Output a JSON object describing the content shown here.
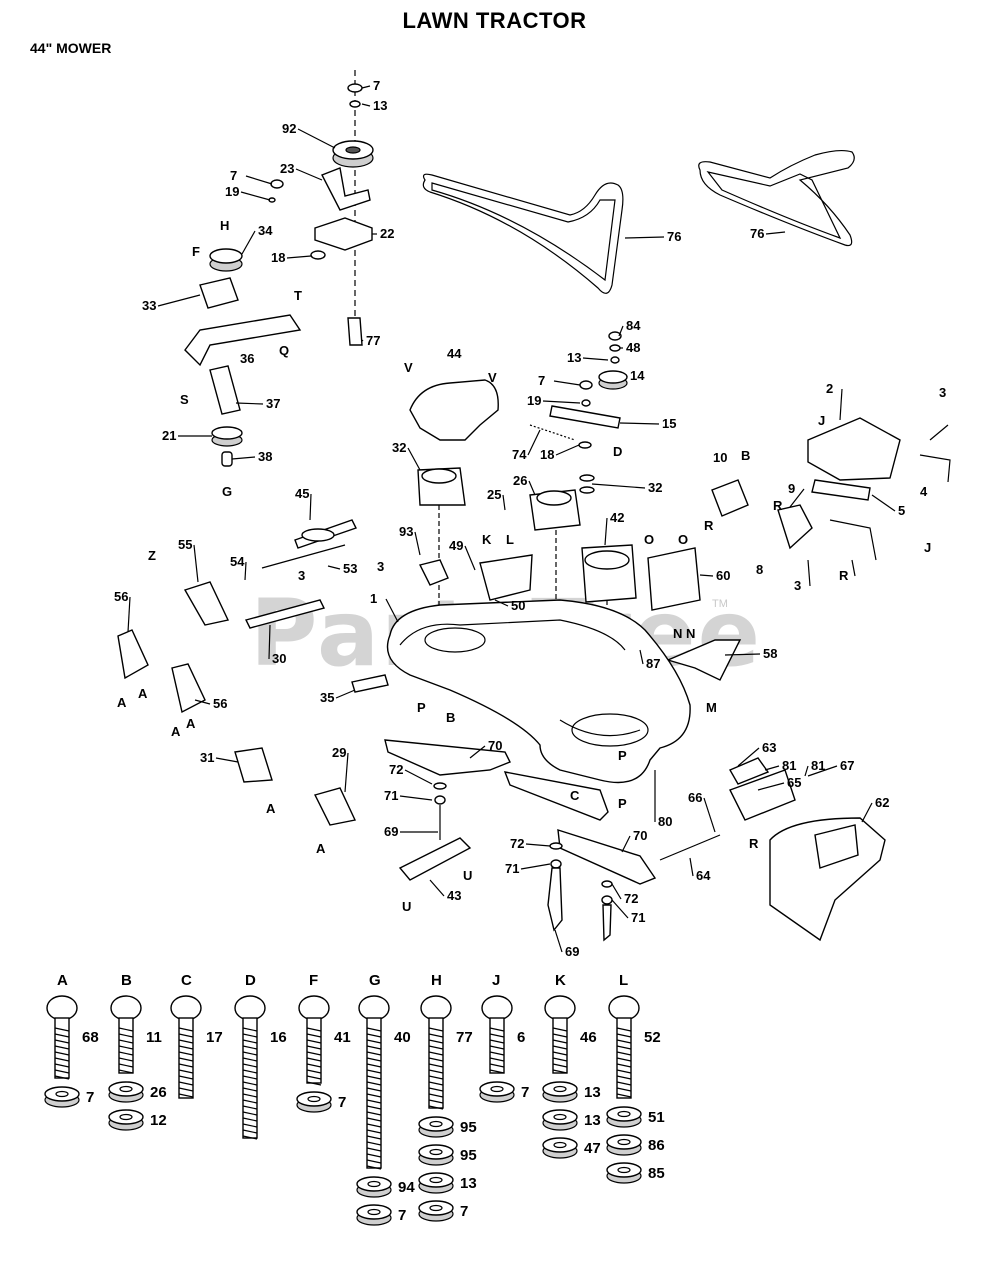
{
  "title": "LAWN TRACTOR",
  "subtitle": "44\" MOWER",
  "watermark": "PartsTree",
  "watermark_tm": "TM",
  "callouts": [
    "7",
    "13",
    "92",
    "23",
    "7",
    "19",
    "22",
    "34",
    "H",
    "F",
    "18",
    "33",
    "36",
    "T",
    "Q",
    "S",
    "77",
    "76",
    "76",
    "37",
    "21",
    "38",
    "G",
    "44",
    "V",
    "V",
    "84",
    "48",
    "13",
    "14",
    "7",
    "19",
    "15",
    "74",
    "18",
    "D",
    "32",
    "26",
    "32",
    "2",
    "J",
    "3",
    "4",
    "10",
    "B",
    "R",
    "5",
    "9",
    "R",
    "8",
    "R",
    "3",
    "J",
    "45",
    "25",
    "93",
    "3",
    "53",
    "55",
    "Z",
    "54",
    "3",
    "K",
    "L",
    "49",
    "50",
    "42",
    "O",
    "O",
    "60",
    "56",
    "1",
    "30",
    "87",
    "N",
    "N",
    "58",
    "M",
    "A",
    "A",
    "56",
    "A",
    "A",
    "35",
    "P",
    "B",
    "70",
    "P",
    "29",
    "31",
    "A",
    "72",
    "71",
    "69",
    "A",
    "C",
    "P",
    "80",
    "63",
    "81",
    "81",
    "67",
    "66",
    "65",
    "62",
    "R",
    "64",
    "43",
    "U",
    "U",
    "72",
    "71",
    "70",
    "72",
    "71",
    "69"
  ],
  "hardware": [
    {
      "letter": "A",
      "parts": [
        "68",
        "7"
      ]
    },
    {
      "letter": "B",
      "parts": [
        "11",
        "26",
        "12"
      ]
    },
    {
      "letter": "C",
      "parts": [
        "17"
      ]
    },
    {
      "letter": "D",
      "parts": [
        "16"
      ]
    },
    {
      "letter": "F",
      "parts": [
        "41",
        "7"
      ]
    },
    {
      "letter": "G",
      "parts": [
        "40",
        "94",
        "7"
      ]
    },
    {
      "letter": "H",
      "parts": [
        "77",
        "95",
        "95",
        "13",
        "7"
      ]
    },
    {
      "letter": "J",
      "parts": [
        "6",
        "7"
      ]
    },
    {
      "letter": "K",
      "parts": [
        "46",
        "13",
        "13",
        "47"
      ]
    },
    {
      "letter": "L",
      "parts": [
        "52",
        "51",
        "86",
        "85"
      ]
    }
  ]
}
